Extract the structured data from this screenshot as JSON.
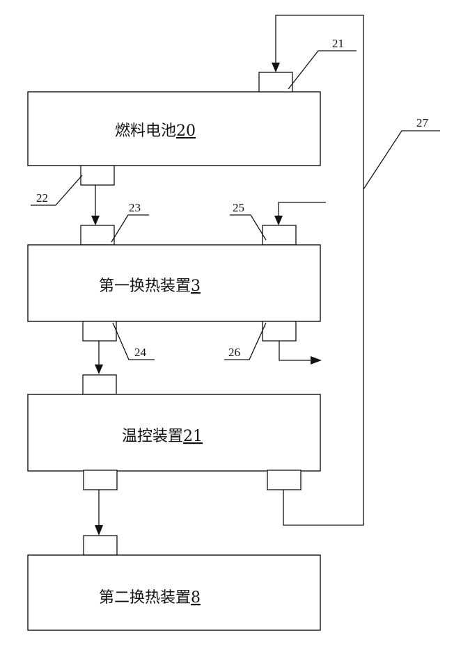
{
  "diagram": {
    "blocks": [
      {
        "id": "fuel-cell",
        "name": "燃料电池",
        "ref": "20"
      },
      {
        "id": "first-heat-exchanger",
        "name": "第一换热装置",
        "ref": "3"
      },
      {
        "id": "temperature-control",
        "name": "温控装置",
        "ref": "21"
      },
      {
        "id": "second-heat-exchanger",
        "name": "第二换热装置",
        "ref": "8"
      }
    ],
    "callouts": {
      "c21": "21",
      "c22": "22",
      "c23": "23",
      "c24": "24",
      "c25": "25",
      "c26": "26",
      "c27": "27"
    },
    "colors": {
      "line": "#111111",
      "background": "#ffffff"
    }
  }
}
